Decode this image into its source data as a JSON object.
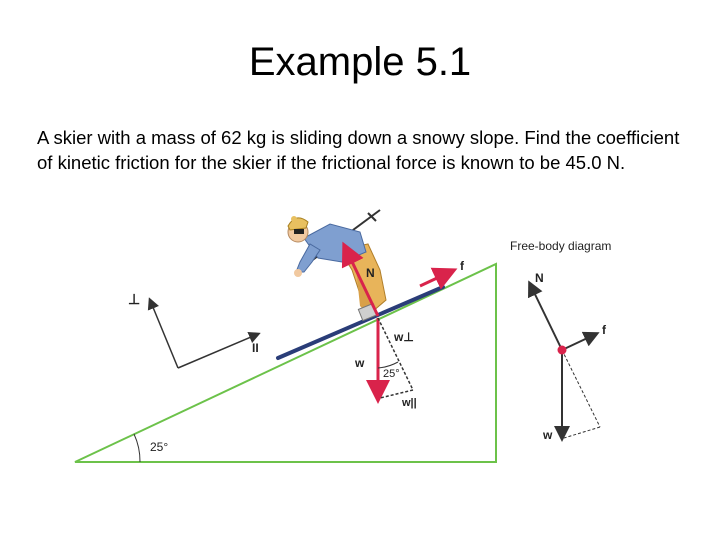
{
  "slide": {
    "title": "Example 5.1",
    "problem_text": "A skier with a mass of 62 kg is sliding down a snowy slope. Find the coefficient of kinetic friction for the skier if the frictional force is known to be 45.0 N."
  },
  "diagram": {
    "incline_angle_label": "25°",
    "vector_angle_label": "25°",
    "perpendicular_axis_label": "⊥",
    "parallel_axis_label": "II",
    "force_labels": {
      "normal": "N",
      "friction": "f",
      "weight": "w",
      "weight_perpendicular": "w⊥",
      "weight_parallel": "w||"
    },
    "free_body": {
      "title": "Free-body diagram",
      "normal": "N",
      "friction": "f",
      "weight": "w"
    },
    "colors": {
      "slope": "#6cc24a",
      "force_vector": "#d9234b",
      "jacket": "#7f9fd0",
      "pants": "#e8b45a",
      "dark": "#333333"
    }
  }
}
